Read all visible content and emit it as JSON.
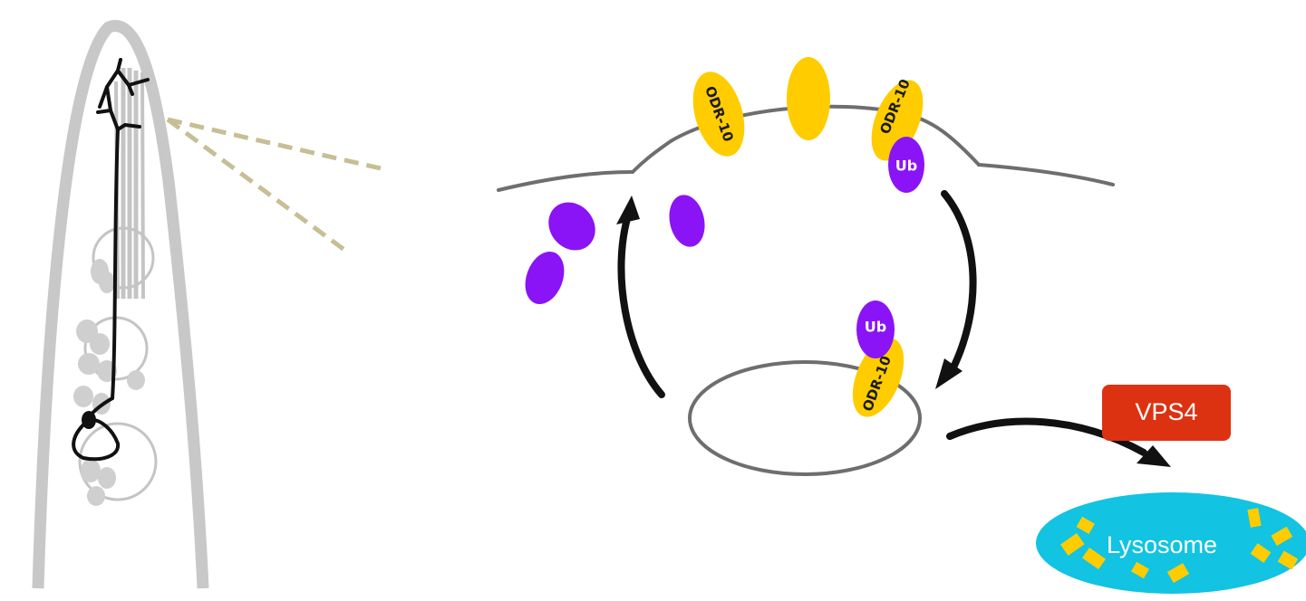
{
  "labels": {
    "odr10_left": "ODR-10",
    "odr10_right": "ODR-10",
    "odr10_vesicle": "ODR-10",
    "ub_top": "Ub",
    "ub_vesicle": "Ub",
    "vps4": "VPS4",
    "lysosome": "Lysosome"
  },
  "colors": {
    "receptor": "#FFCC00",
    "ubiquitin": "#8A14F5",
    "membrane": "#6E6E6E",
    "worm_body": "#C8C8C8",
    "neuron": "#111111",
    "zoom_lines": "#C8BE96",
    "vps4_box": "#DC3212",
    "lysosome": "#12C3E2"
  }
}
